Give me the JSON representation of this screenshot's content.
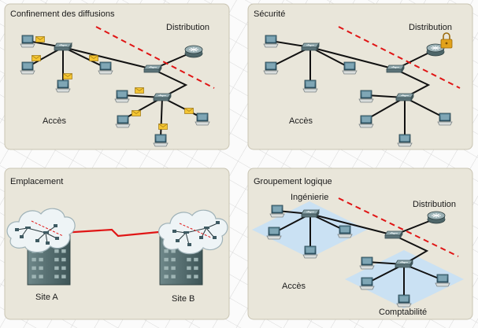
{
  "panels": {
    "broadcast": {
      "title": "Confinement des diffusions",
      "distribution_label": "Distribution",
      "access_label": "Accès"
    },
    "security": {
      "title": "Sécurité",
      "distribution_label": "Distribution",
      "access_label": "Accès"
    },
    "location": {
      "title": "Emplacement",
      "site_a_label": "Site A",
      "site_b_label": "Site B"
    },
    "logical_grouping": {
      "title": "Groupement logique",
      "distribution_label": "Distribution",
      "access_label": "Accès",
      "engineering_label": "Ingénierie",
      "accounting_label": "Comptabilité"
    }
  },
  "colors": {
    "panel_fill": "#e9e6da",
    "panel_border": "#c9c4b2",
    "link_line": "#111111",
    "boundary_dash": "#e01515",
    "wan_link": "#e01515",
    "group_zone": "#c8e0f4",
    "envelope": "#f4c533",
    "lock": "#e2a21b"
  },
  "icons": [
    "switch-icon",
    "router-icon",
    "pc-icon",
    "broadcast-envelope-icon",
    "lock-icon",
    "cloud-icon",
    "building-icon"
  ]
}
